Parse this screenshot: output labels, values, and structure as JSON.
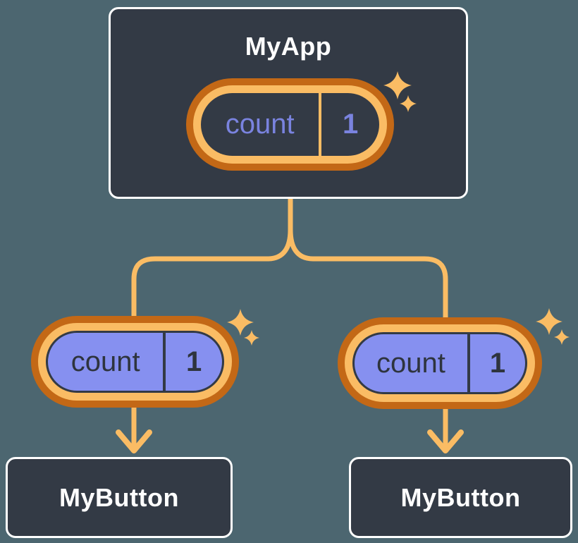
{
  "diagram": {
    "background_color": "#4C6670",
    "card_color": "#333A45",
    "card_border_color": "#FFFFFF",
    "connector_color": "#FABC64",
    "ring_outer_color": "#C36816",
    "ring_inner_color": "#FABC64",
    "state_fill_color": "#8690F0",
    "state_name_text_color_root": "#7A83DF",
    "state_text_color_children": "#2E343E",
    "title_text_color": "#FFFFFF",
    "root": {
      "title": "MyApp",
      "state": {
        "name": "count",
        "value": "1"
      }
    },
    "children": [
      {
        "title": "MyButton",
        "state": {
          "name": "count",
          "value": "1"
        }
      },
      {
        "title": "MyButton",
        "state": {
          "name": "count",
          "value": "1"
        }
      }
    ],
    "icons": {
      "sparkle": "sparkle-icon",
      "arrow": "arrow-down-icon"
    }
  }
}
